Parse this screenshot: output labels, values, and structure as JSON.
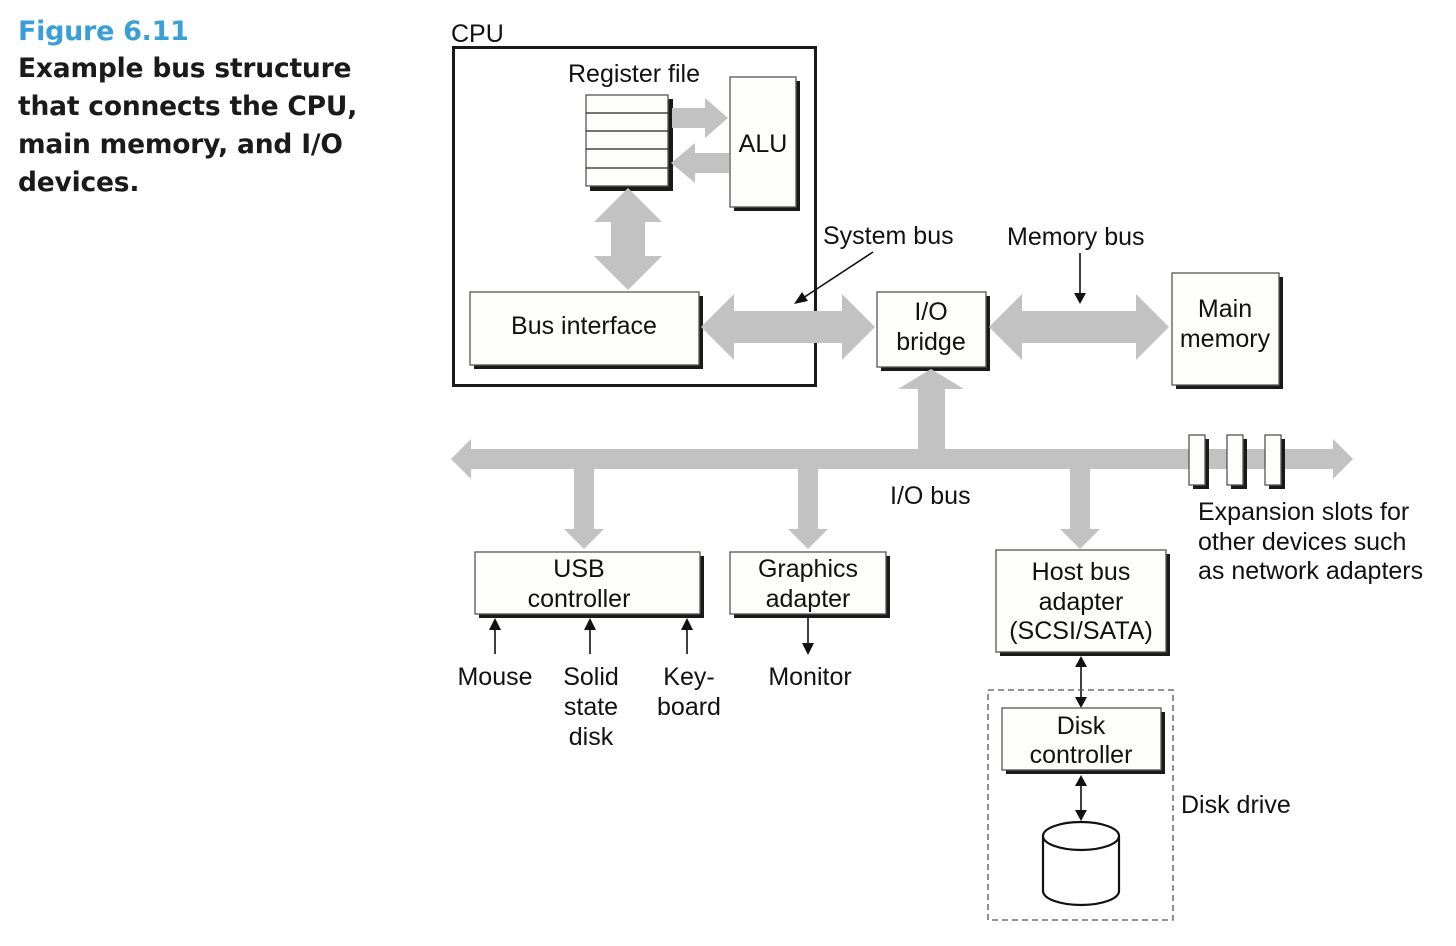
{
  "caption": {
    "figure_number": "Figure 6.11",
    "text_lines": [
      "Example bus structure",
      "that connects the CPU,",
      "main memory, and I/O",
      "devices."
    ]
  },
  "colors": {
    "figure_number": "#3a9fd8",
    "bus_arrows": "#c2c2c2",
    "box_fill": "#fdfdfb",
    "shadow": "#1a1a1a"
  },
  "diagram": {
    "cpu_label": "CPU",
    "register_file_label": "Register file",
    "register_rows": 5,
    "alu_label": "ALU",
    "bus_interface_label": "Bus interface",
    "system_bus_label": "System bus",
    "memory_bus_label": "Memory bus",
    "io_bridge_label": [
      "I/O",
      "bridge"
    ],
    "main_memory_label": [
      "Main",
      "memory"
    ],
    "io_bus_label": "I/O bus",
    "usb_controller_label": [
      "USB",
      "controller"
    ],
    "graphics_adapter_label": [
      "Graphics",
      "adapter"
    ],
    "host_bus_adapter_label": [
      "Host bus",
      "adapter",
      "(SCSI/SATA)"
    ],
    "expansion_slots_count": 3,
    "expansion_slots_label": [
      "Expansion slots for",
      "other devices such",
      "as network adapters"
    ],
    "usb_devices": [
      {
        "label": [
          "Mouse"
        ]
      },
      {
        "label": [
          "Solid",
          "state",
          "disk"
        ]
      },
      {
        "label": [
          "Key-",
          "board"
        ]
      }
    ],
    "monitor_label": "Monitor",
    "disk_controller_label": [
      "Disk",
      "controller"
    ],
    "disk_drive_label": "Disk drive"
  }
}
